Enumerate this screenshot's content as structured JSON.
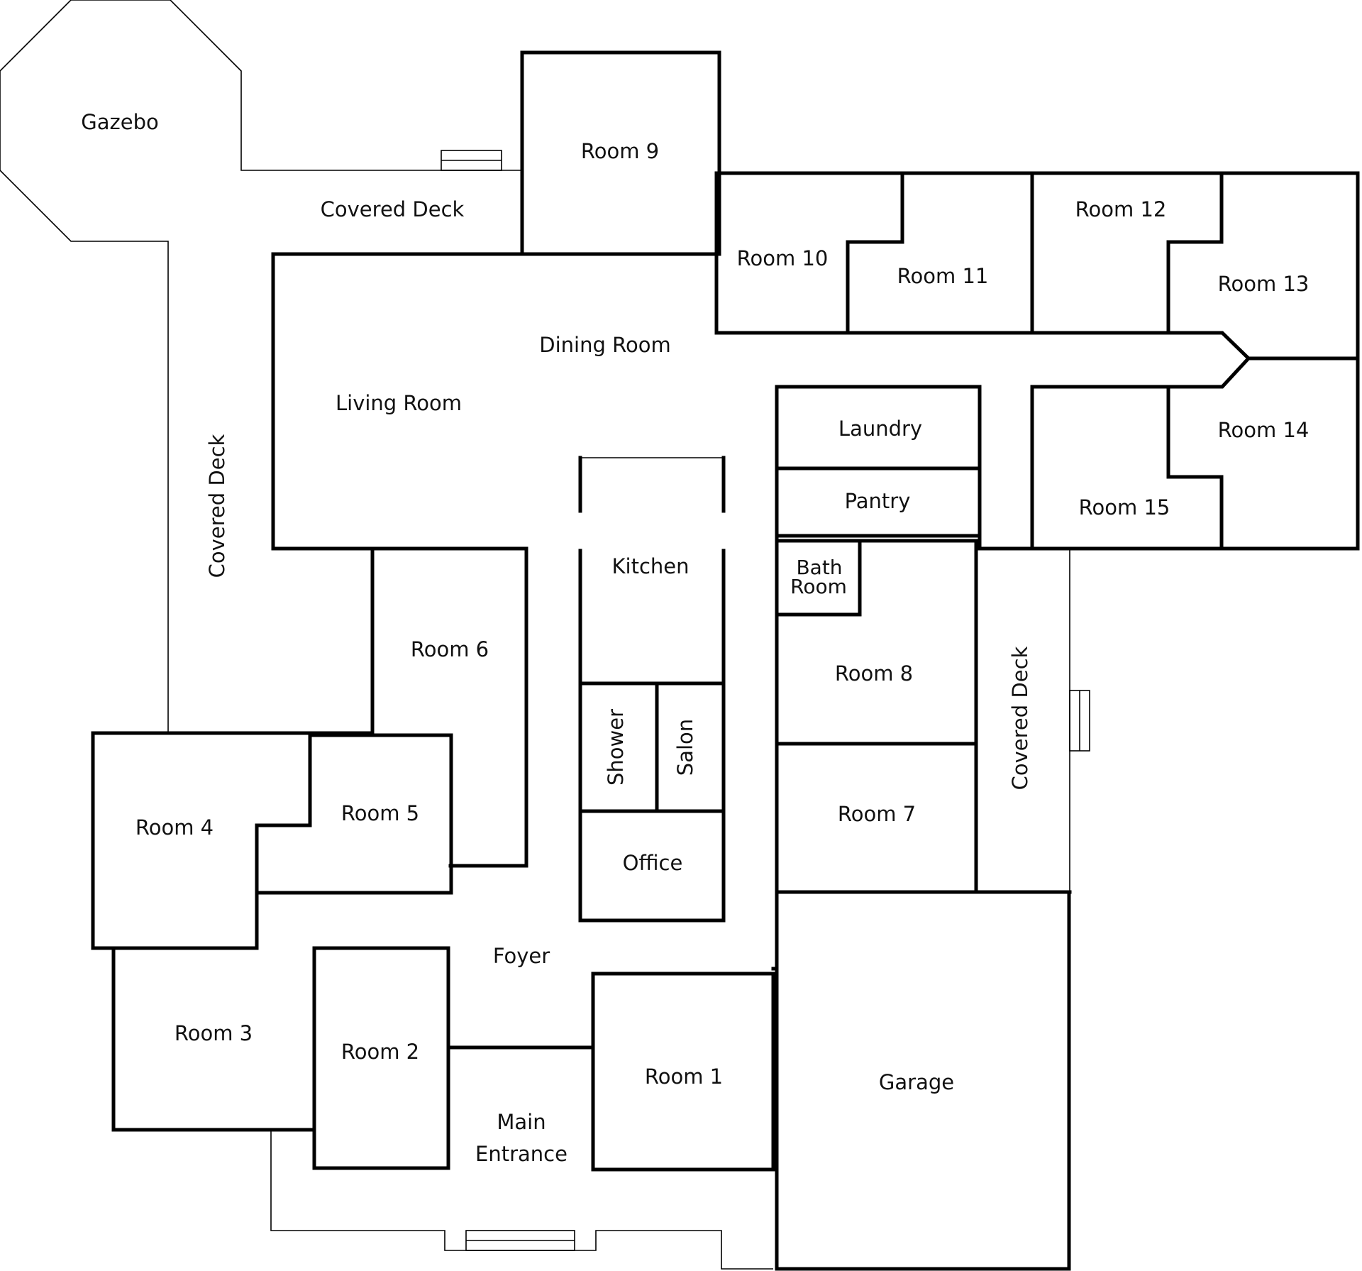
{
  "floor_plan": {
    "labels": {
      "gazebo": "Gazebo",
      "covered_deck_top": "Covered Deck",
      "covered_deck_left": "Covered Deck",
      "covered_deck_right": "Covered Deck",
      "room_9": "Room 9",
      "room_10": "Room 10",
      "room_11": "Room 11",
      "room_12": "Room 12",
      "room_13": "Room 13",
      "room_14": "Room 14",
      "room_15": "Room 15",
      "dining_room": "Dining Room",
      "living_room": "Living Room",
      "laundry": "Laundry",
      "pantry": "Pantry",
      "kitchen": "Kitchen",
      "bath_room_line1": "Bath",
      "bath_room_line2": "Room",
      "room_8": "Room 8",
      "room_7": "Room 7",
      "room_6": "Room 6",
      "room_5": "Room 5",
      "room_4": "Room 4",
      "room_3": "Room 3",
      "room_2": "Room 2",
      "room_1": "Room 1",
      "shower": "Shower",
      "salon": "Salon",
      "office": "Office",
      "foyer": "Foyer",
      "main_entrance_line1": "Main",
      "main_entrance_line2": "Entrance",
      "garage": "Garage"
    }
  }
}
